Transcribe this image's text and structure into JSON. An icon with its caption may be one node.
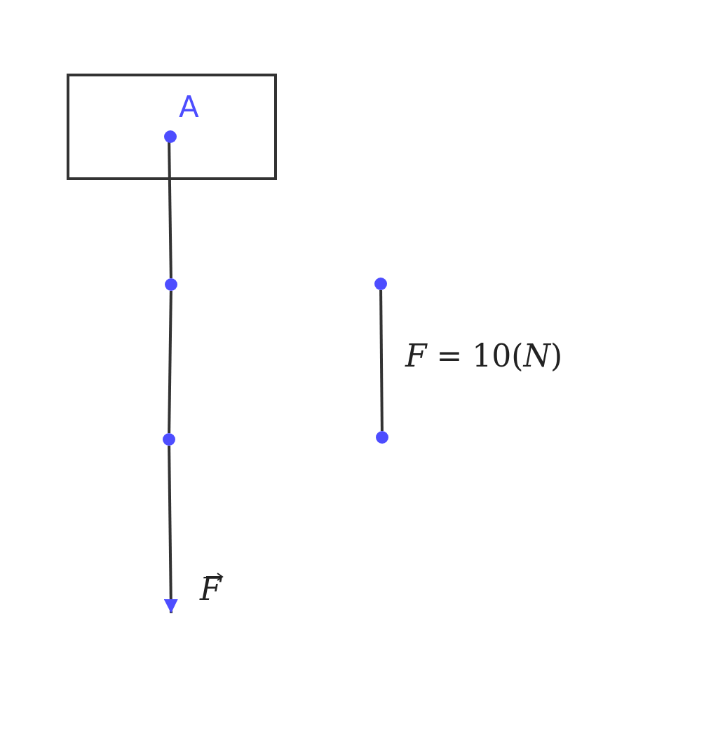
{
  "diagram": {
    "nodes": [
      {
        "text": [],
        "shape": "box"
      },
      {
        "text": [
          "A"
        ],
        "in": 0
      },
      {
        "text": [],
        "shape": "circle"
      },
      {
        "text": [],
        "shape": "circle"
      },
      {
        "text": [],
        "shape": "circle"
      },
      {
        "text": [],
        "shape": "circle"
      }
    ],
    "edges": [
      {
        "from": 1,
        "to": 2,
        "arrow": "none"
      },
      {
        "from": 2,
        "to": 3,
        "arrow": "none"
      },
      {
        "from": 3,
        "to": null,
        "arrow": "to",
        "label": "*F*"
      },
      {
        "from": 4,
        "to": 5,
        "arrow": "none",
        "label": "*F* = 10(*N*)"
      }
    ]
  }
}
